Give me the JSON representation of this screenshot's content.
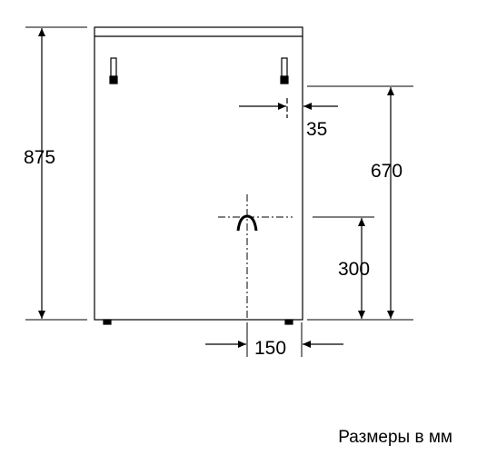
{
  "dimensions": {
    "total_height": "875",
    "inlet_offset": "35",
    "inlet_height": "670",
    "drain_height": "300",
    "drain_width": "150"
  },
  "caption": "Размеры в мм",
  "colors": {
    "line": "#000000",
    "background": "#ffffff"
  }
}
